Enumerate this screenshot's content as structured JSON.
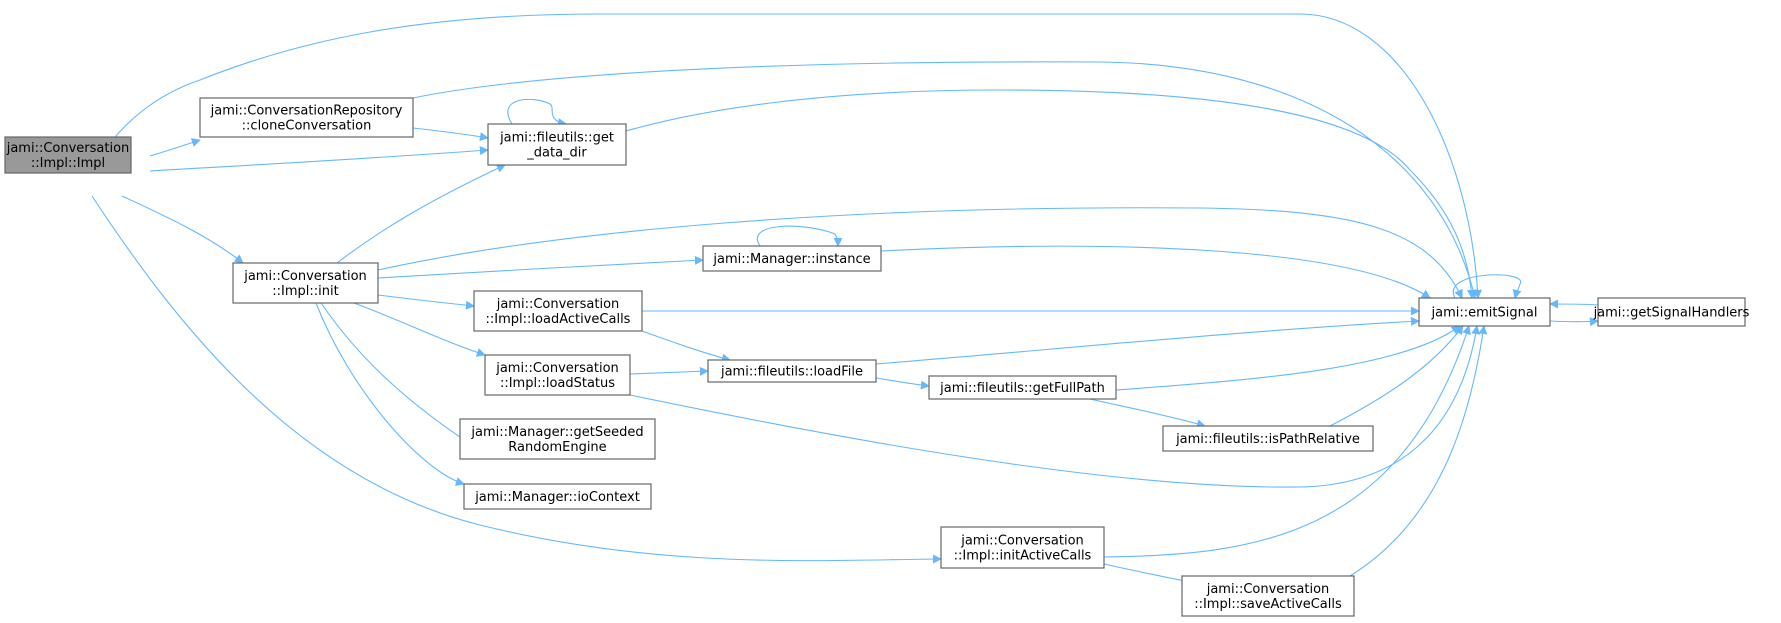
{
  "diagram": {
    "colors": {
      "edge": "#63b8ff",
      "node_border": "#666666",
      "root_fill": "#999999",
      "node_fill": "#ffffff"
    },
    "nodes": [
      {
        "id": "impl",
        "lines": [
          "jami::Conversation",
          "::Impl::Impl"
        ],
        "root": true
      },
      {
        "id": "cloneConversation",
        "lines": [
          "jami::ConversationRepository",
          "::cloneConversation"
        ]
      },
      {
        "id": "get_data_dir",
        "lines": [
          "jami::fileutils::get",
          "_data_dir"
        ]
      },
      {
        "id": "init",
        "lines": [
          "jami::Conversation",
          "::Impl::init"
        ]
      },
      {
        "id": "instance",
        "lines": [
          "jami::Manager::instance"
        ]
      },
      {
        "id": "loadActiveCalls",
        "lines": [
          "jami::Conversation",
          "::Impl::loadActiveCalls"
        ]
      },
      {
        "id": "loadStatus",
        "lines": [
          "jami::Conversation",
          "::Impl::loadStatus"
        ]
      },
      {
        "id": "loadFile",
        "lines": [
          "jami::fileutils::loadFile"
        ]
      },
      {
        "id": "getFullPath",
        "lines": [
          "jami::fileutils::getFullPath"
        ]
      },
      {
        "id": "isPathRelative",
        "lines": [
          "jami::fileutils::isPathRelative"
        ]
      },
      {
        "id": "getSeededRandomEngine",
        "lines": [
          "jami::Manager::getSeeded",
          "RandomEngine"
        ]
      },
      {
        "id": "ioContext",
        "lines": [
          "jami::Manager::ioContext"
        ]
      },
      {
        "id": "initActiveCalls",
        "lines": [
          "jami::Conversation",
          "::Impl::initActiveCalls"
        ]
      },
      {
        "id": "saveActiveCalls",
        "lines": [
          "jami::Conversation",
          "::Impl::saveActiveCalls"
        ]
      },
      {
        "id": "emitSignal",
        "lines": [
          "jami::emitSignal"
        ]
      },
      {
        "id": "getSignalHandlers",
        "lines": [
          "jami::getSignalHandlers"
        ]
      }
    ],
    "edges": [
      {
        "from": "impl",
        "to": "cloneConversation"
      },
      {
        "from": "impl",
        "to": "get_data_dir"
      },
      {
        "from": "impl",
        "to": "init"
      },
      {
        "from": "impl",
        "to": "emitSignal"
      },
      {
        "from": "impl",
        "to": "initActiveCalls"
      },
      {
        "from": "cloneConversation",
        "to": "get_data_dir"
      },
      {
        "from": "cloneConversation",
        "to": "emitSignal"
      },
      {
        "from": "get_data_dir",
        "to": "get_data_dir"
      },
      {
        "from": "get_data_dir",
        "to": "emitSignal"
      },
      {
        "from": "init",
        "to": "get_data_dir"
      },
      {
        "from": "init",
        "to": "emitSignal"
      },
      {
        "from": "init",
        "to": "instance"
      },
      {
        "from": "init",
        "to": "loadActiveCalls"
      },
      {
        "from": "init",
        "to": "loadStatus"
      },
      {
        "from": "init",
        "to": "getSeededRandomEngine"
      },
      {
        "from": "init",
        "to": "ioContext"
      },
      {
        "from": "instance",
        "to": "instance"
      },
      {
        "from": "instance",
        "to": "emitSignal"
      },
      {
        "from": "loadActiveCalls",
        "to": "emitSignal"
      },
      {
        "from": "loadActiveCalls",
        "to": "loadFile"
      },
      {
        "from": "loadStatus",
        "to": "loadFile"
      },
      {
        "from": "loadStatus",
        "to": "emitSignal"
      },
      {
        "from": "loadFile",
        "to": "emitSignal"
      },
      {
        "from": "loadFile",
        "to": "getFullPath"
      },
      {
        "from": "getFullPath",
        "to": "emitSignal"
      },
      {
        "from": "getFullPath",
        "to": "isPathRelative"
      },
      {
        "from": "isPathRelative",
        "to": "emitSignal"
      },
      {
        "from": "emitSignal",
        "to": "emitSignal"
      },
      {
        "from": "emitSignal",
        "to": "getSignalHandlers"
      },
      {
        "from": "getSignalHandlers",
        "to": "emitSignal"
      },
      {
        "from": "initActiveCalls",
        "to": "emitSignal"
      },
      {
        "from": "initActiveCalls",
        "to": "saveActiveCalls"
      },
      {
        "from": "saveActiveCalls",
        "to": "emitSignal"
      }
    ]
  }
}
